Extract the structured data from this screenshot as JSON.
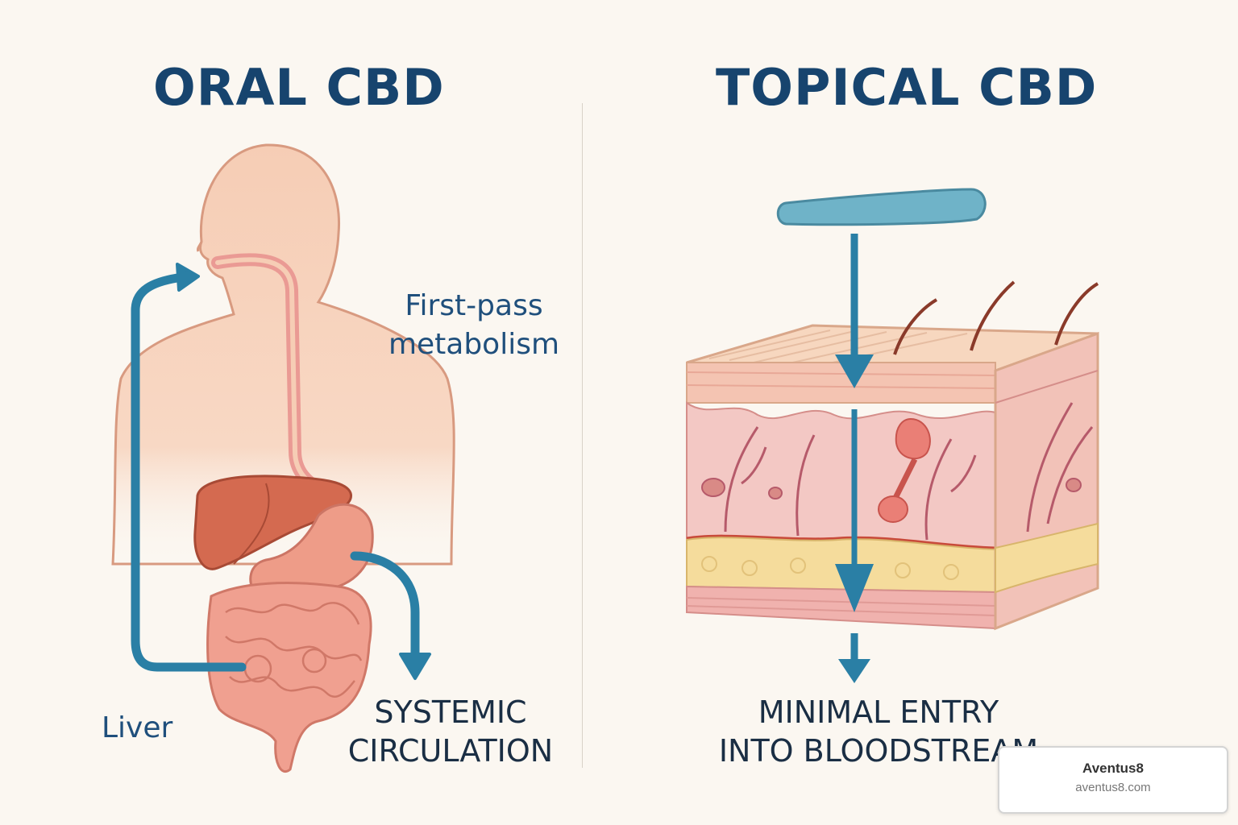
{
  "panels": {
    "oral": {
      "title": "ORAL CBD",
      "first_pass_lines": [
        "First-pass",
        "metabolism"
      ],
      "liver_label": "Liver",
      "systemic_lines": [
        "SYSTEMIC",
        "CIRCULATION"
      ]
    },
    "topical": {
      "title": "TOPICAL CBD",
      "minimal_lines": [
        "MINIMAL ENTRY",
        "INTO BLOODSTREAM"
      ]
    }
  },
  "watermark": {
    "name": "Aventus8",
    "url": "aventus8.com"
  },
  "colors": {
    "title": "#17446e",
    "arrow": "#2a7fa5",
    "skin_body": "#f6cdb5",
    "liver": "#d46a50",
    "background": "#fbf7f1"
  }
}
